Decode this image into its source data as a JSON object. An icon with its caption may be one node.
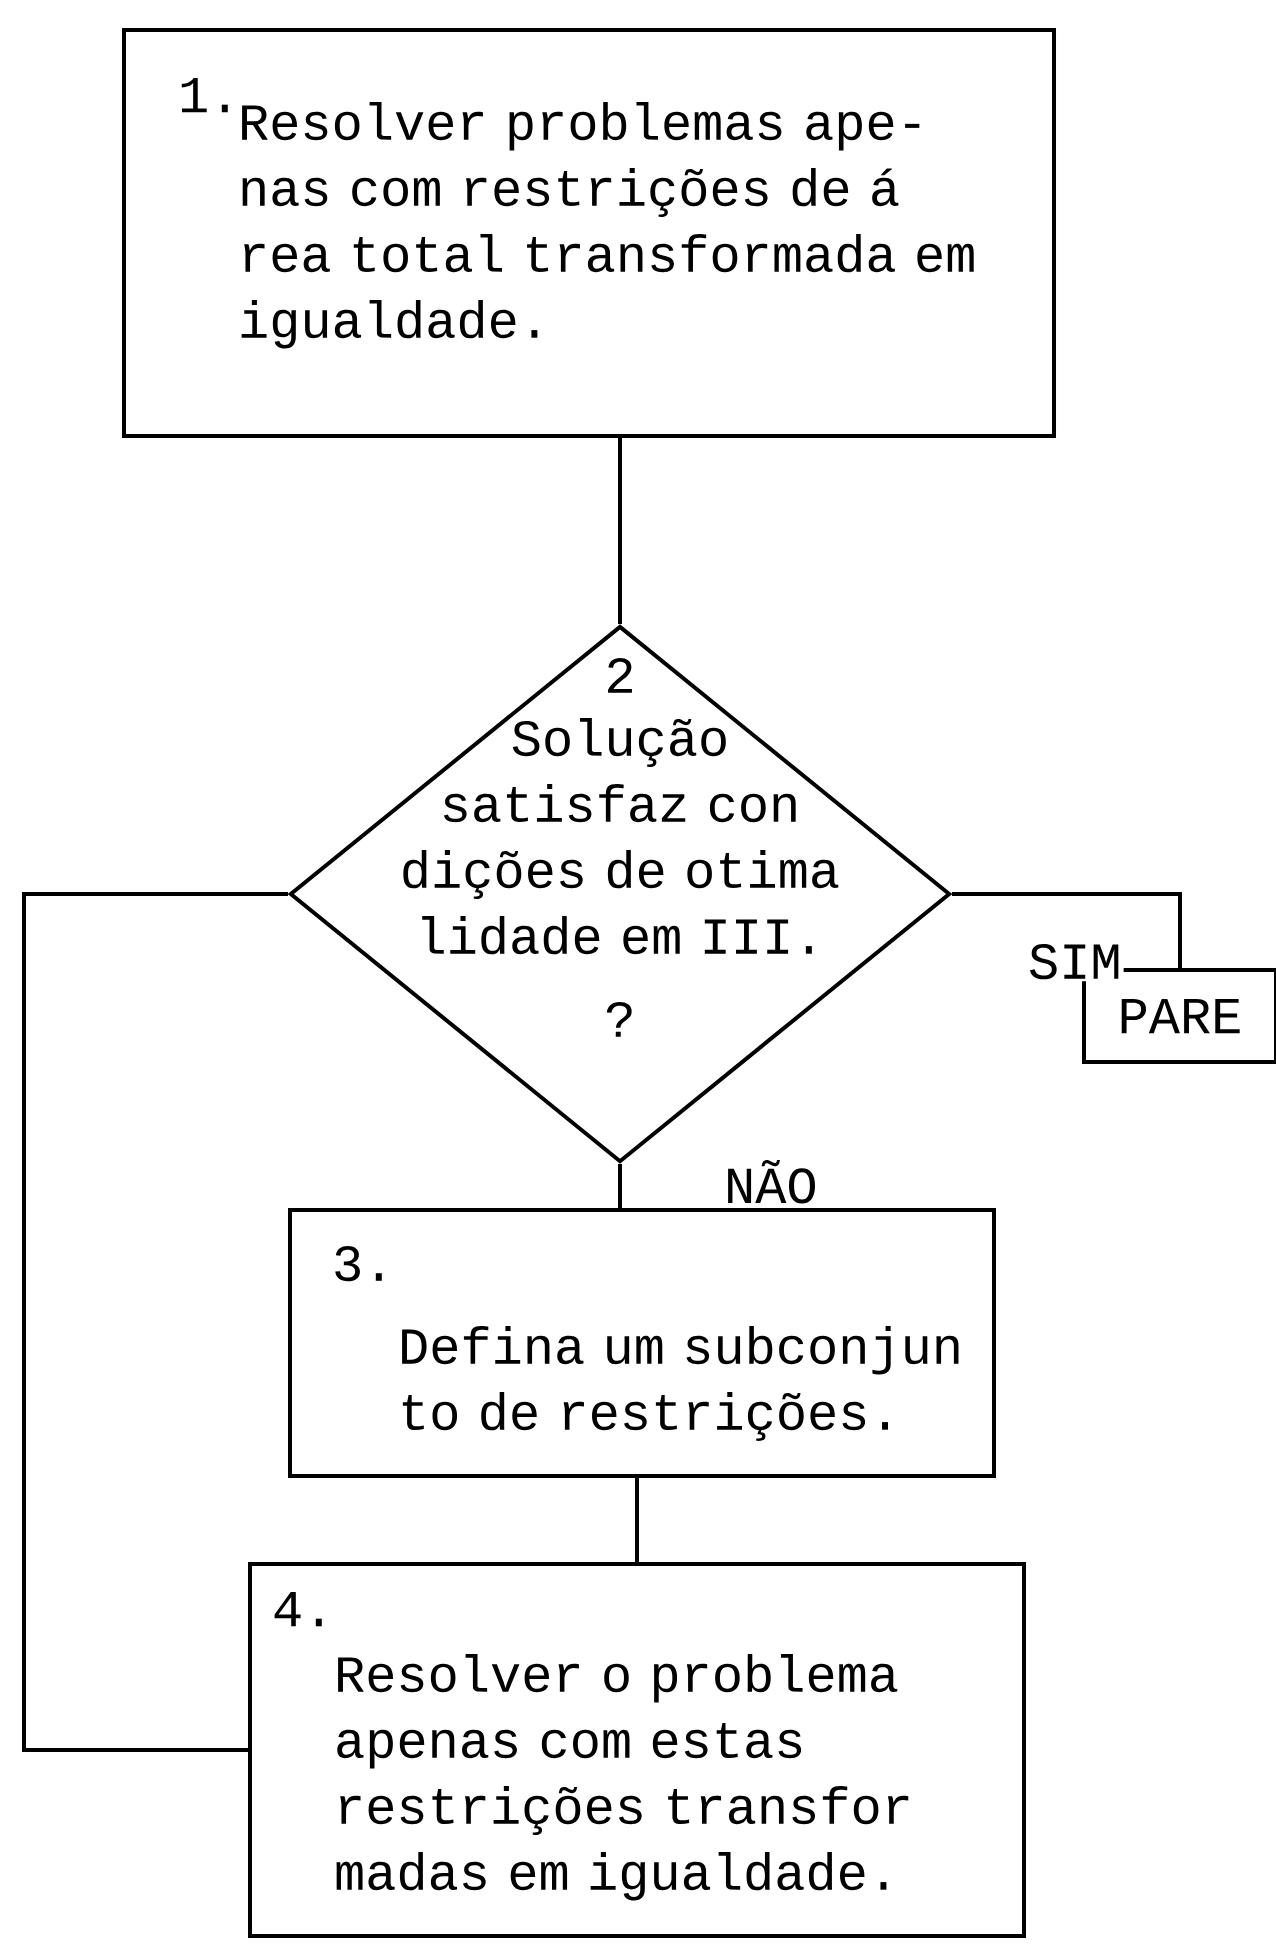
{
  "diagram": {
    "nodes": [
      {
        "text": [
          "1.",
          "Resolver problemas ape- nas com restrições de á rea total transformada em igualdade."
        ]
      },
      {
        "text": [
          "2",
          "Solução satisfaz con dições de otima lidade em III.",
          "?"
        ]
      },
      {
        "text": [
          "PARE"
        ]
      },
      {
        "text": [
          "3.",
          "Defina um subconjun to de restrições."
        ]
      },
      {
        "text": [
          "4.",
          "Resolver o problema apenas com estas restrições transfor madas em igualdade."
        ]
      }
    ],
    "edges": [
      {
        "from": 0,
        "to": 1,
        "arrow": "none"
      },
      {
        "from": 1,
        "to": 2,
        "arrow": "none",
        "label": "SIM"
      },
      {
        "from": 1,
        "to": 3,
        "arrow": "none",
        "label": "NÃO"
      },
      {
        "from": 3,
        "to": 4,
        "arrow": "none"
      },
      {
        "from": 4,
        "to": 1,
        "arrow": "none"
      }
    ]
  }
}
